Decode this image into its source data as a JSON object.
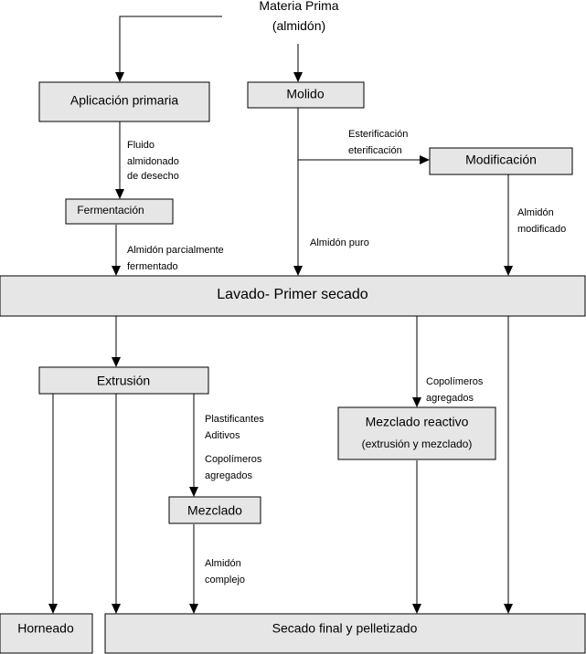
{
  "nodes": {
    "source_line1": "Materia Prima",
    "source_line2": "(almidón)",
    "aplicacion_primaria": "Aplicación primaria",
    "molido": "Molido",
    "fermentacion": "Fermentación",
    "modificacion": "Modificación",
    "lavado_primer_secado": "Lavado- Primer secado",
    "extrusion": "Extrusión",
    "mezclado_reactivo_line1": "Mezclado reactivo",
    "mezclado_reactivo_line2": "(extrusión y mezclado)",
    "mezclado": "Mezclado",
    "horneado": "Horneado",
    "secado_final": "Secado final y pelletizado"
  },
  "edge_labels": {
    "fluido_line1": "Fluido",
    "fluido_line2": "almidonado",
    "fluido_line3": "de desecho",
    "esterificacion_line1": "Esterificación",
    "esterificacion_line2": "eterificación",
    "almidon_parcial_line1": "Almidón parcialmente",
    "almidon_parcial_line2": "fermentado",
    "almidon_puro": "Almidón puro",
    "almidon_modificado_line1": "Almidón",
    "almidon_modificado_line2": "modificado",
    "copolimeros_right_line1": "Copolímeros",
    "copolimeros_right_line2": "agregados",
    "plastificantes": "Plastificantes",
    "aditivos": "Aditivos",
    "copolimeros_left_line1": "Copolímeros",
    "copolimeros_left_line2": "agregados",
    "almidon_complejo_line1": "Almidón",
    "almidon_complejo_line2": "complejo"
  },
  "colors": {
    "box_fill": "#e6e6e6",
    "stroke": "#000000"
  }
}
